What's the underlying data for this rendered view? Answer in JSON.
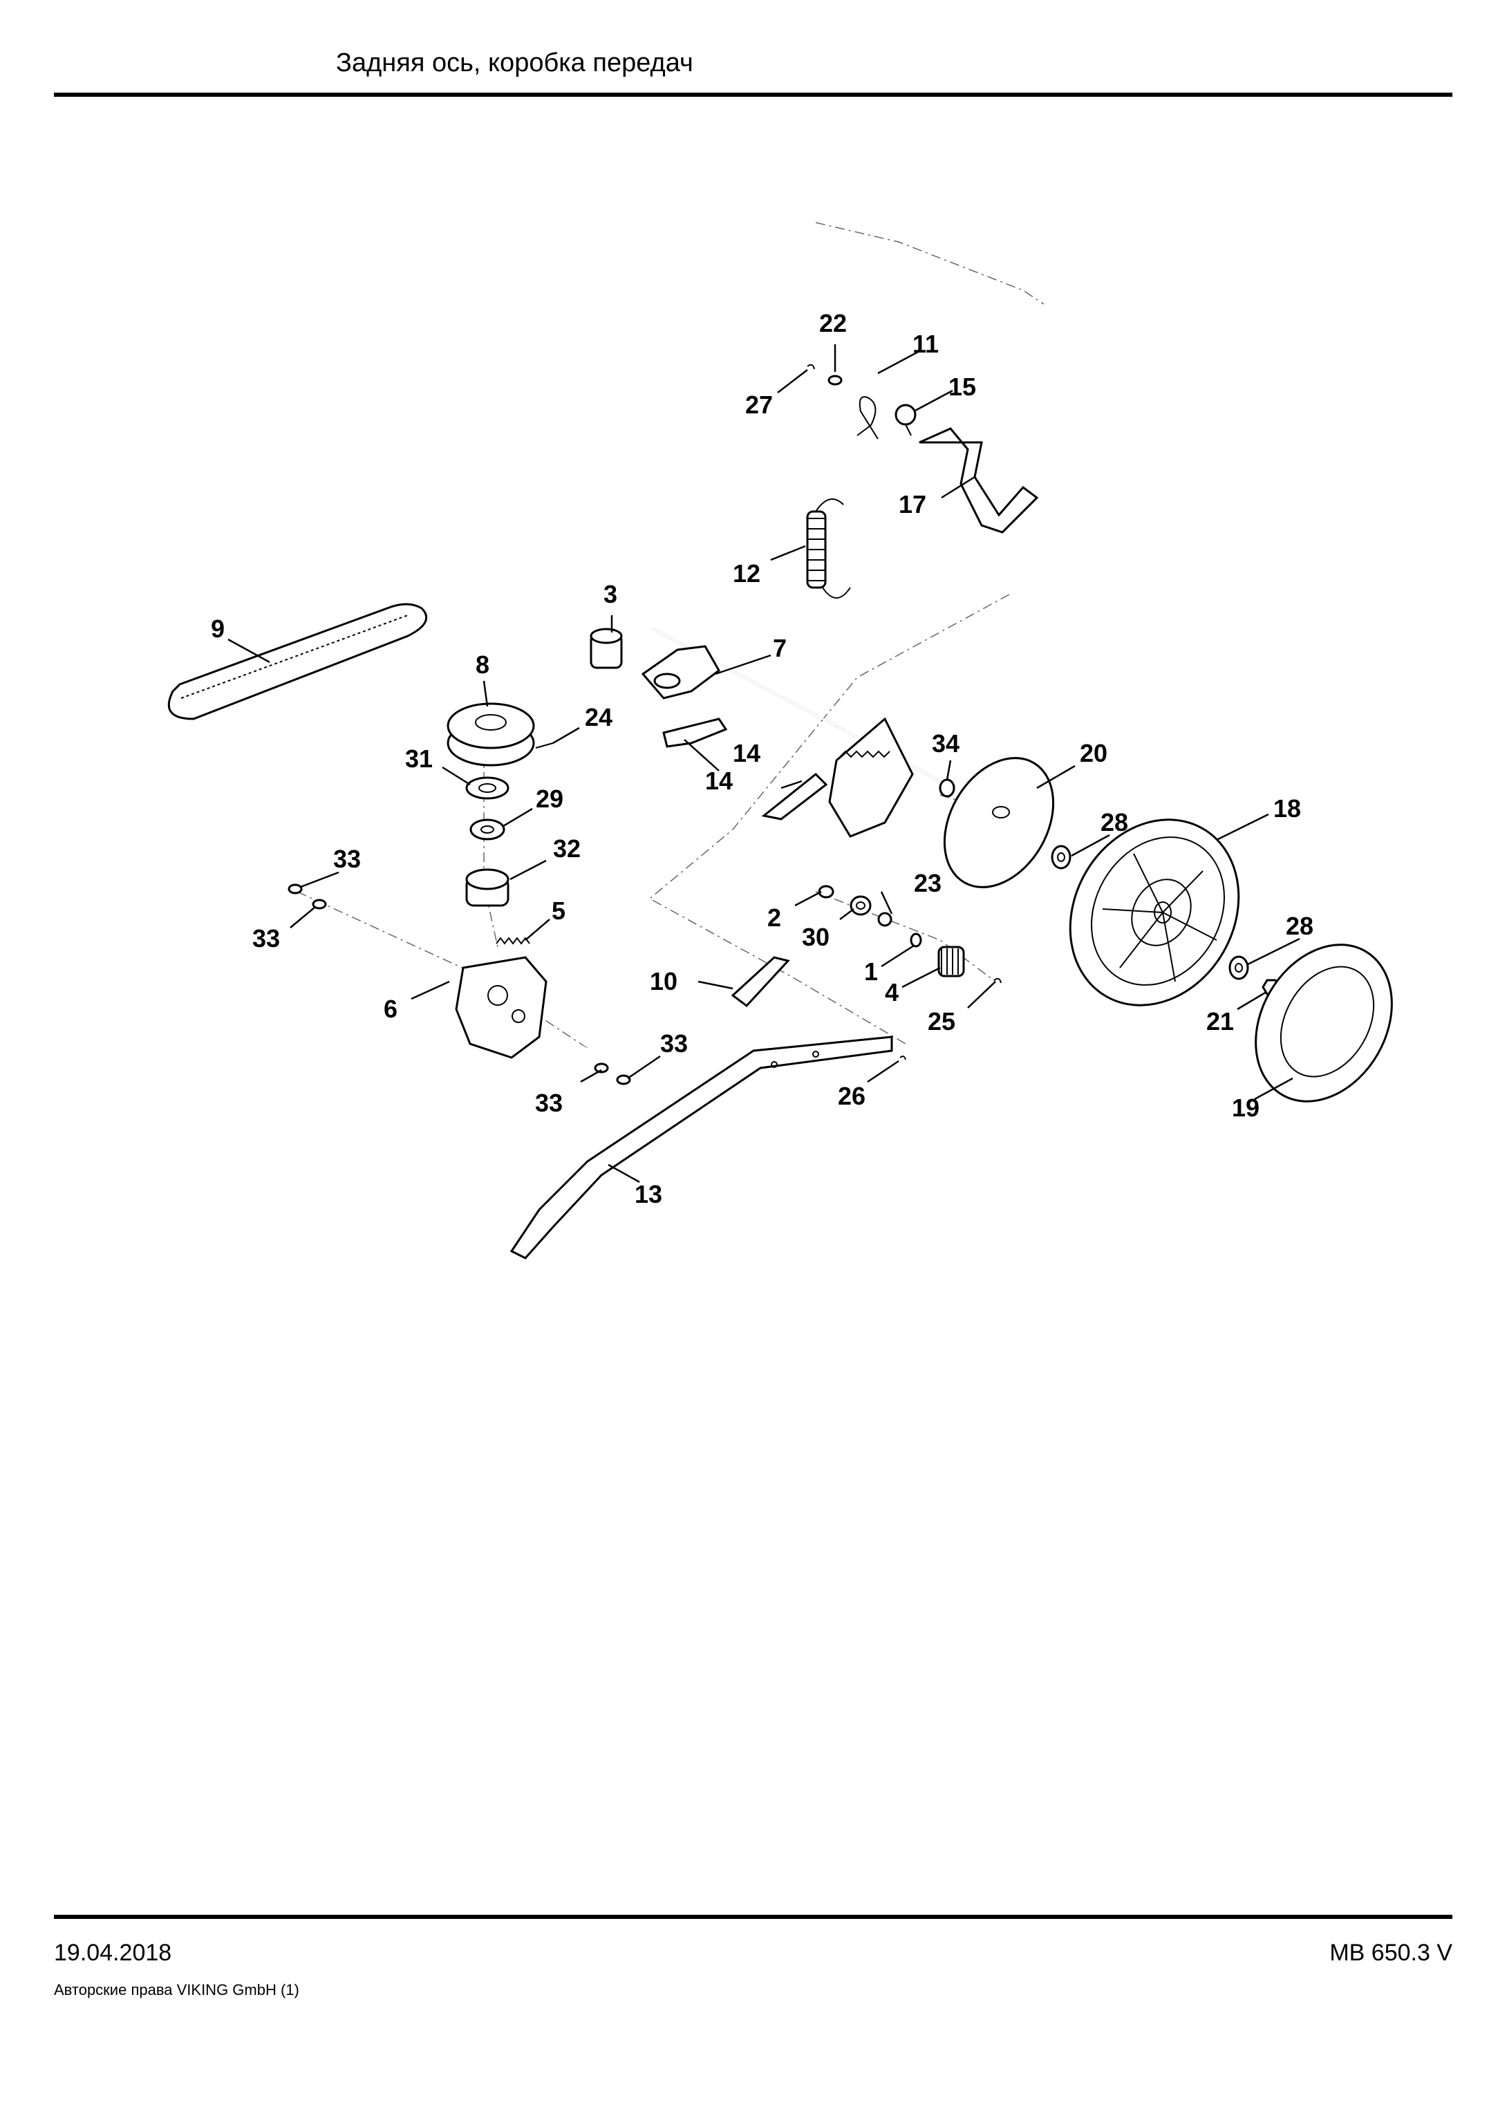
{
  "header": {
    "title": "Задняя ось, коробка передач"
  },
  "footer": {
    "date": "19.04.2018",
    "copyright": "Авторские права VIKING GmbH  (1)",
    "model": "MB 650.3 V"
  },
  "callouts": [
    {
      "key": "c22",
      "label": "22"
    },
    {
      "key": "c11",
      "label": "11"
    },
    {
      "key": "c15",
      "label": "15"
    },
    {
      "key": "c27",
      "label": "27"
    },
    {
      "key": "c17",
      "label": "17"
    },
    {
      "key": "c12",
      "label": "12"
    },
    {
      "key": "c3",
      "label": "3"
    },
    {
      "key": "c9",
      "label": "9"
    },
    {
      "key": "c7",
      "label": "7"
    },
    {
      "key": "c8",
      "label": "8"
    },
    {
      "key": "c24",
      "label": "24"
    },
    {
      "key": "c31",
      "label": "31"
    },
    {
      "key": "c14a",
      "label": "14"
    },
    {
      "key": "c14b",
      "label": "14"
    },
    {
      "key": "c34",
      "label": "34"
    },
    {
      "key": "c20",
      "label": "20"
    },
    {
      "key": "c29",
      "label": "29"
    },
    {
      "key": "c18",
      "label": "18"
    },
    {
      "key": "c28a",
      "label": "28"
    },
    {
      "key": "c33a",
      "label": "33"
    },
    {
      "key": "c32",
      "label": "32"
    },
    {
      "key": "c23",
      "label": "23"
    },
    {
      "key": "c2",
      "label": "2"
    },
    {
      "key": "c30",
      "label": "30"
    },
    {
      "key": "c33b",
      "label": "33"
    },
    {
      "key": "c5",
      "label": "5"
    },
    {
      "key": "c28b",
      "label": "28"
    },
    {
      "key": "c10",
      "label": "10"
    },
    {
      "key": "c1",
      "label": "1"
    },
    {
      "key": "c4",
      "label": "4"
    },
    {
      "key": "c6",
      "label": "6"
    },
    {
      "key": "c25",
      "label": "25"
    },
    {
      "key": "c21",
      "label": "21"
    },
    {
      "key": "c33c",
      "label": "33"
    },
    {
      "key": "c26",
      "label": "26"
    },
    {
      "key": "c33d",
      "label": "33"
    },
    {
      "key": "c19",
      "label": "19"
    },
    {
      "key": "c13",
      "label": "13"
    }
  ]
}
